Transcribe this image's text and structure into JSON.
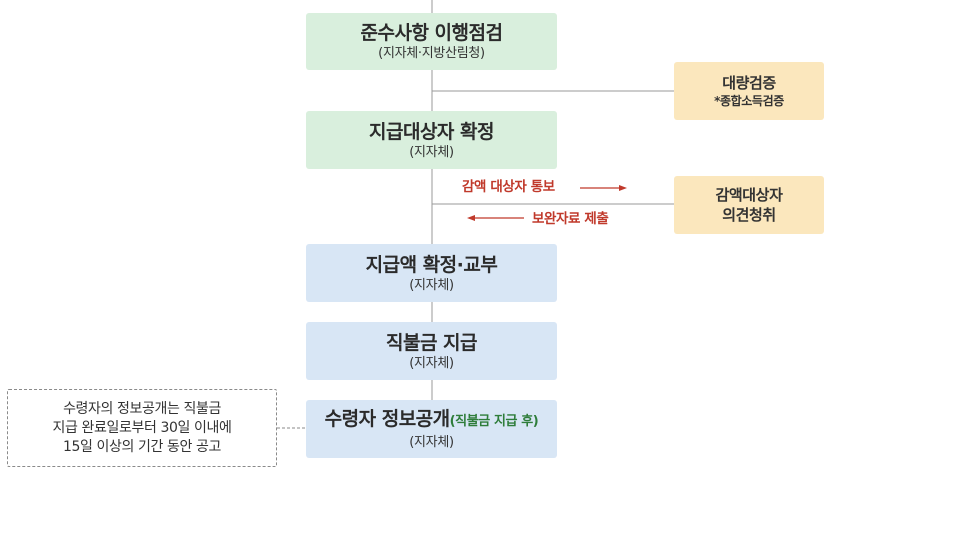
{
  "steps": [
    {
      "title": "준수사항 이행점검",
      "sub": "(지자체·지방산림청)"
    },
    {
      "title": "지급대상자 확정",
      "sub": "(지자체)"
    },
    {
      "title": "지급액 확정·교부",
      "sub": "(지자체)"
    },
    {
      "title": "직불금 지급",
      "sub": "(지자체)"
    },
    {
      "title": "수령자 정보공개",
      "note": "(직불금 지급 후)",
      "sub": "(지자체)"
    }
  ],
  "side": {
    "bulk": {
      "title": "대량검증",
      "sub": "*종합소득검증"
    },
    "reduction": {
      "line1": "감액대상자",
      "line2": "의견청취"
    }
  },
  "arrows": {
    "notify": "감액 대상자 통보",
    "submit": "보완자료 제출"
  },
  "disclosure_note": {
    "line1": "수령자의 정보공개는 직불금",
    "line2": "지급 완료일로부터 30일 이내에",
    "line3": "15일 이상의 기간 동안 공고"
  },
  "colors": {
    "step_green": "#d9efdd",
    "step_blue": "#d8e6f5",
    "side_cream": "#fbe7bd",
    "arrow_red": "#c0392b",
    "note_green": "#2e7d3a",
    "connector": "#9a9a9a"
  }
}
